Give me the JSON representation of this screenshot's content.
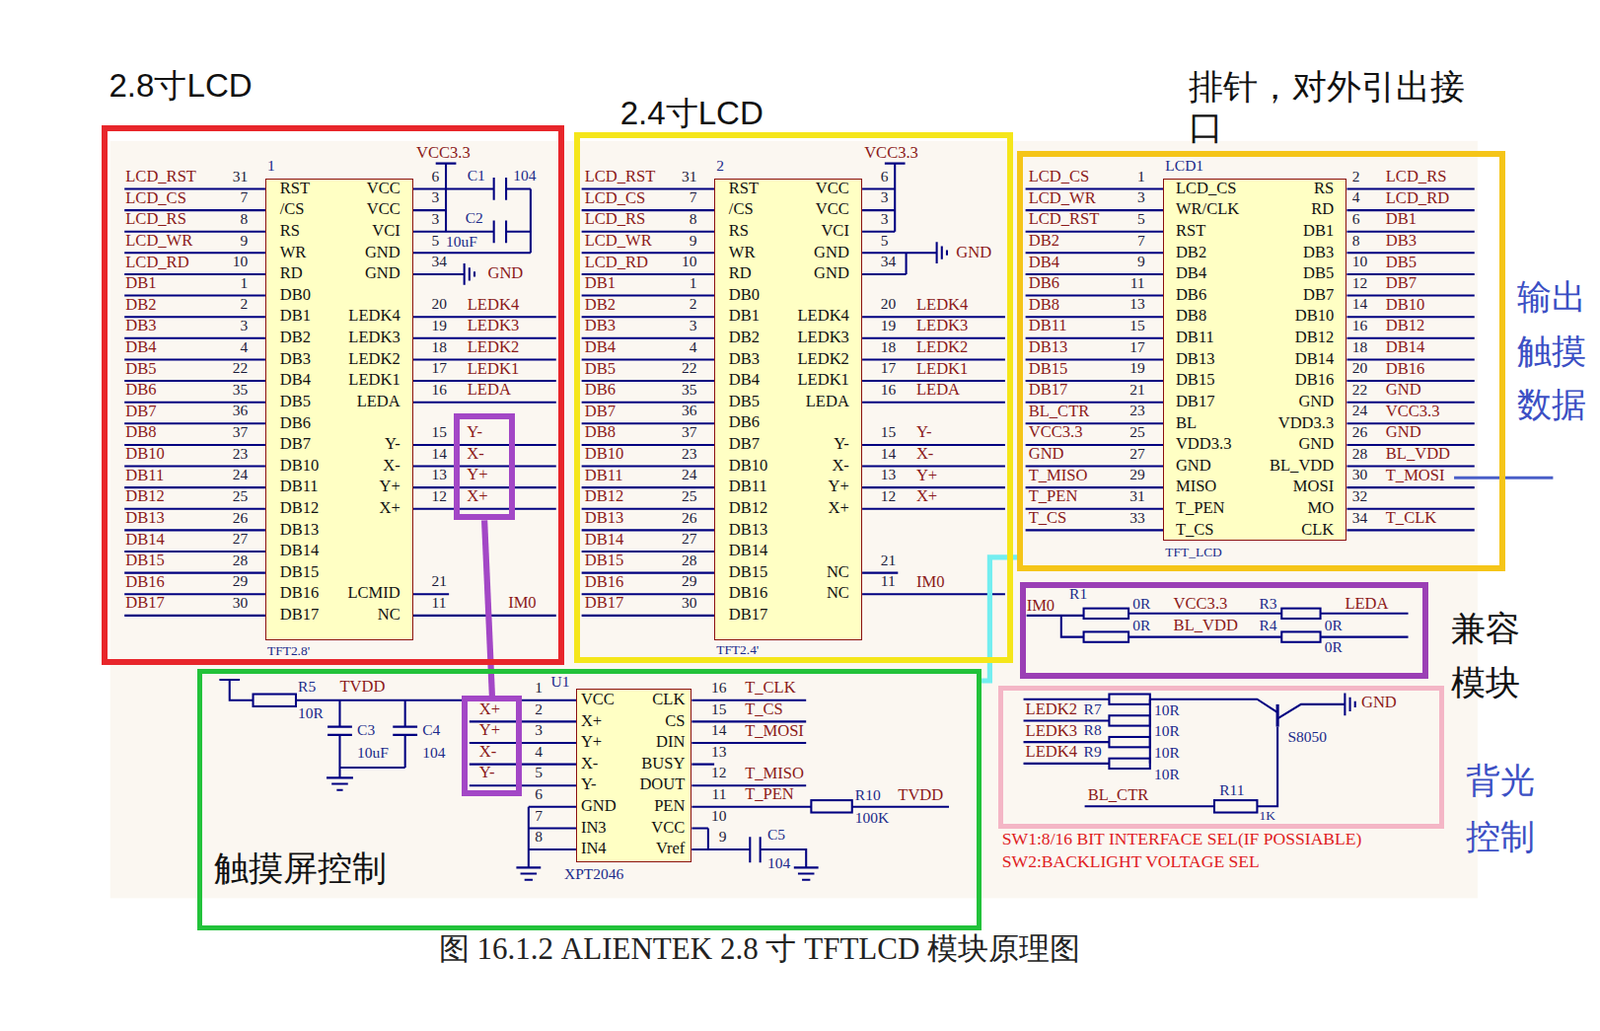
{
  "diagram": {
    "caption": "图 16.1.2 ALIENTEK 2.8 寸 TFTLCD 模块原理图",
    "nodes": [
      {
        "text": [
          "2.8寸LCD"
        ]
      },
      {
        "text": [
          "RST",
          "/CS",
          "RS",
          "WR",
          "RD",
          "DB0",
          "DB1",
          "DB2",
          "DB3",
          "DB4",
          "DB5",
          "DB6",
          "DB7",
          "DB10",
          "DB11",
          "DB12",
          "DB13",
          "DB14",
          "DB15",
          "DB16",
          "DB17",
          "VCC",
          "VCC",
          "VCI",
          "GND",
          "GND",
          "LEDK4",
          "LEDK3",
          "LEDK2",
          "LEDK1",
          "LEDA",
          "Y-",
          "X-",
          "Y+",
          "X+",
          "LCMID",
          "NC"
        ],
        "in": 0
      },
      {
        "text": [
          "Y-",
          "X-",
          "Y+",
          "X+"
        ],
        "in": 0
      },
      {
        "text": [
          "2.4寸LCD"
        ]
      },
      {
        "text": [
          "RST",
          "/CS",
          "RS",
          "WR",
          "RD",
          "DB0",
          "DB1",
          "DB2",
          "DB3",
          "DB4",
          "DB5",
          "DB6",
          "DB7",
          "DB10",
          "DB11",
          "DB12",
          "DB13",
          "DB14",
          "DB15",
          "DB16",
          "DB17",
          "VCC",
          "VCC",
          "VCI",
          "GND",
          "GND",
          "LEDK4",
          "LEDK3",
          "LEDK2",
          "LEDK1",
          "LEDA",
          "Y-",
          "X-",
          "Y+",
          "X+",
          "NC",
          "NC"
        ],
        "in": 3
      },
      {
        "text": [
          "排针，对外引出接口"
        ]
      },
      {
        "text": [
          "LCD_CS",
          "WR/CLK",
          "RST",
          "DB2",
          "DB4",
          "DB6",
          "DB8",
          "DB11",
          "DB13",
          "DB15",
          "DB17",
          "BL",
          "VDD3.3",
          "GND",
          "MISO",
          "T_PEN",
          "T_CS",
          "RS",
          "RD",
          "DB1",
          "DB3",
          "DB5",
          "DB7",
          "DB10",
          "DB12",
          "DB14",
          "DB16",
          "GND",
          "VDD3.3",
          "GND",
          "BL_VDD",
          "MOSI",
          "MO",
          "CLK"
        ],
        "in": 5
      },
      {
        "text": [
          "触摸屏控制"
        ]
      },
      {
        "text": [
          "VCC",
          "X+",
          "Y+",
          "X-",
          "Y-",
          "GND",
          "IN3",
          "IN4",
          "CLK",
          "CS",
          "DIN",
          "BUSY",
          "DOUT",
          "PEN",
          "VCC",
          "Vref"
        ],
        "in": 7
      },
      {
        "text": [
          "X+",
          "Y+",
          "X-",
          "Y-"
        ],
        "in": 7
      },
      {
        "text": [
          "兼容模块"
        ]
      },
      {
        "text": [
          "背光控制"
        ]
      }
    ],
    "edges": [
      {
        "from": 2,
        "to": 9,
        "arrow": "none"
      },
      {
        "from": 7,
        "to": 5,
        "arrow": "none"
      }
    ],
    "labels": [
      "31",
      "7",
      "8",
      "9",
      "10",
      "1",
      "2",
      "3",
      "4",
      "22",
      "35",
      "36",
      "37",
      "23",
      "24",
      "25",
      "26",
      "27",
      "28",
      "29",
      "30",
      "LCD_RST",
      "LCD_CS",
      "LCD_RS",
      "LCD_WR",
      "LCD_RD",
      "DB1",
      "DB2",
      "DB3",
      "DB4",
      "DB5",
      "DB6",
      "DB7",
      "DB8",
      "DB10",
      "DB11",
      "DB12",
      "DB13",
      "DB14",
      "DB15",
      "DB16",
      "DB17",
      "6",
      "3",
      "3",
      "5",
      "34",
      "20",
      "19",
      "18",
      "17",
      "16",
      "LEDK4",
      "LEDK3",
      "LEDK2",
      "LEDK1",
      "LEDA",
      "15",
      "14",
      "13",
      "12",
      "21",
      "11",
      "IM0",
      "VCC3.3",
      "C1",
      "104",
      "C2",
      "10uF",
      "GND",
      "1",
      "TFT2.8'",
      "31",
      "7",
      "8",
      "9",
      "10",
      "1",
      "2",
      "3",
      "4",
      "22",
      "35",
      "36",
      "37",
      "23",
      "24",
      "25",
      "26",
      "27",
      "28",
      "29",
      "30",
      "LCD_RST",
      "LCD_CS",
      "LCD_RS",
      "LCD_WR",
      "LCD_RD",
      "DB1",
      "DB2",
      "DB3",
      "DB4",
      "DB5",
      "DB6",
      "DB7",
      "DB8",
      "DB10",
      "DB11",
      "DB12",
      "DB13",
      "DB14",
      "DB15",
      "DB16",
      "DB17",
      "6",
      "3",
      "3",
      "5",
      "34",
      "20",
      "19",
      "18",
      "17",
      "16",
      "LEDK4",
      "LEDK3",
      "LEDK2",
      "LEDK1",
      "LEDA",
      "15",
      "14",
      "13",
      "12",
      "Y-",
      "X-",
      "Y+",
      "X+",
      "21",
      "11",
      "IM0",
      "VCC3.3",
      "GND",
      "2",
      "TFT2.4'",
      "LCD_CS",
      "LCD_WR",
      "LCD_RST",
      "DB2",
      "DB4",
      "DB6",
      "DB8",
      "DB11",
      "DB13",
      "DB15",
      "DB17",
      "BL_CTR",
      "VCC3.3",
      "GND",
      "T_MISO",
      "T_PEN",
      "T_CS",
      "1",
      "3",
      "5",
      "7",
      "9",
      "11",
      "13",
      "15",
      "17",
      "19",
      "21",
      "23",
      "25",
      "27",
      "29",
      "31",
      "33",
      "2",
      "4",
      "6",
      "8",
      "10",
      "12",
      "14",
      "16",
      "18",
      "20",
      "22",
      "24",
      "26",
      "28",
      "30",
      "32",
      "34",
      "LCD_RS",
      "LCD_RD",
      "DB1",
      "DB3",
      "DB5",
      "DB7",
      "DB10",
      "DB12",
      "DB14",
      "DB16",
      "GND",
      "VCC3.3",
      "GND",
      "BL_VDD",
      "T_MOSI",
      "T_CLK",
      "LCD1",
      "TFT_LCD",
      "1",
      "2",
      "3",
      "4",
      "5",
      "6",
      "7",
      "8",
      "16",
      "15",
      "14",
      "13",
      "12",
      "11",
      "10",
      "9",
      "T_CLK",
      "T_CS",
      "T_MOSI",
      "T_MISO",
      "T_PEN",
      "U1",
      "XPT2046",
      "R5",
      "TVDD",
      "10R",
      "C3",
      "C4",
      "10uF",
      "104",
      "R10",
      "100K",
      "TVDD",
      "C5",
      "104",
      "R1",
      "IM0",
      "0R",
      "0R",
      "VCC3.3",
      "BL_VDD",
      "R3",
      "R4",
      "LEDA",
      "0R",
      "0R",
      "LEDK2",
      "R7",
      "LEDK3",
      "R8",
      "LEDK4",
      "R9",
      "10R",
      "10R",
      "10R",
      "10R",
      "S8050",
      "GND",
      "BL_CTR",
      "R11",
      "1K",
      "SW1:8/16 BIT INTERFACE SEL(IF POSSIABLE)",
      "SW2:BACKLIGHT VOLTAGE SEL",
      "输出触摸数据"
    ]
  }
}
